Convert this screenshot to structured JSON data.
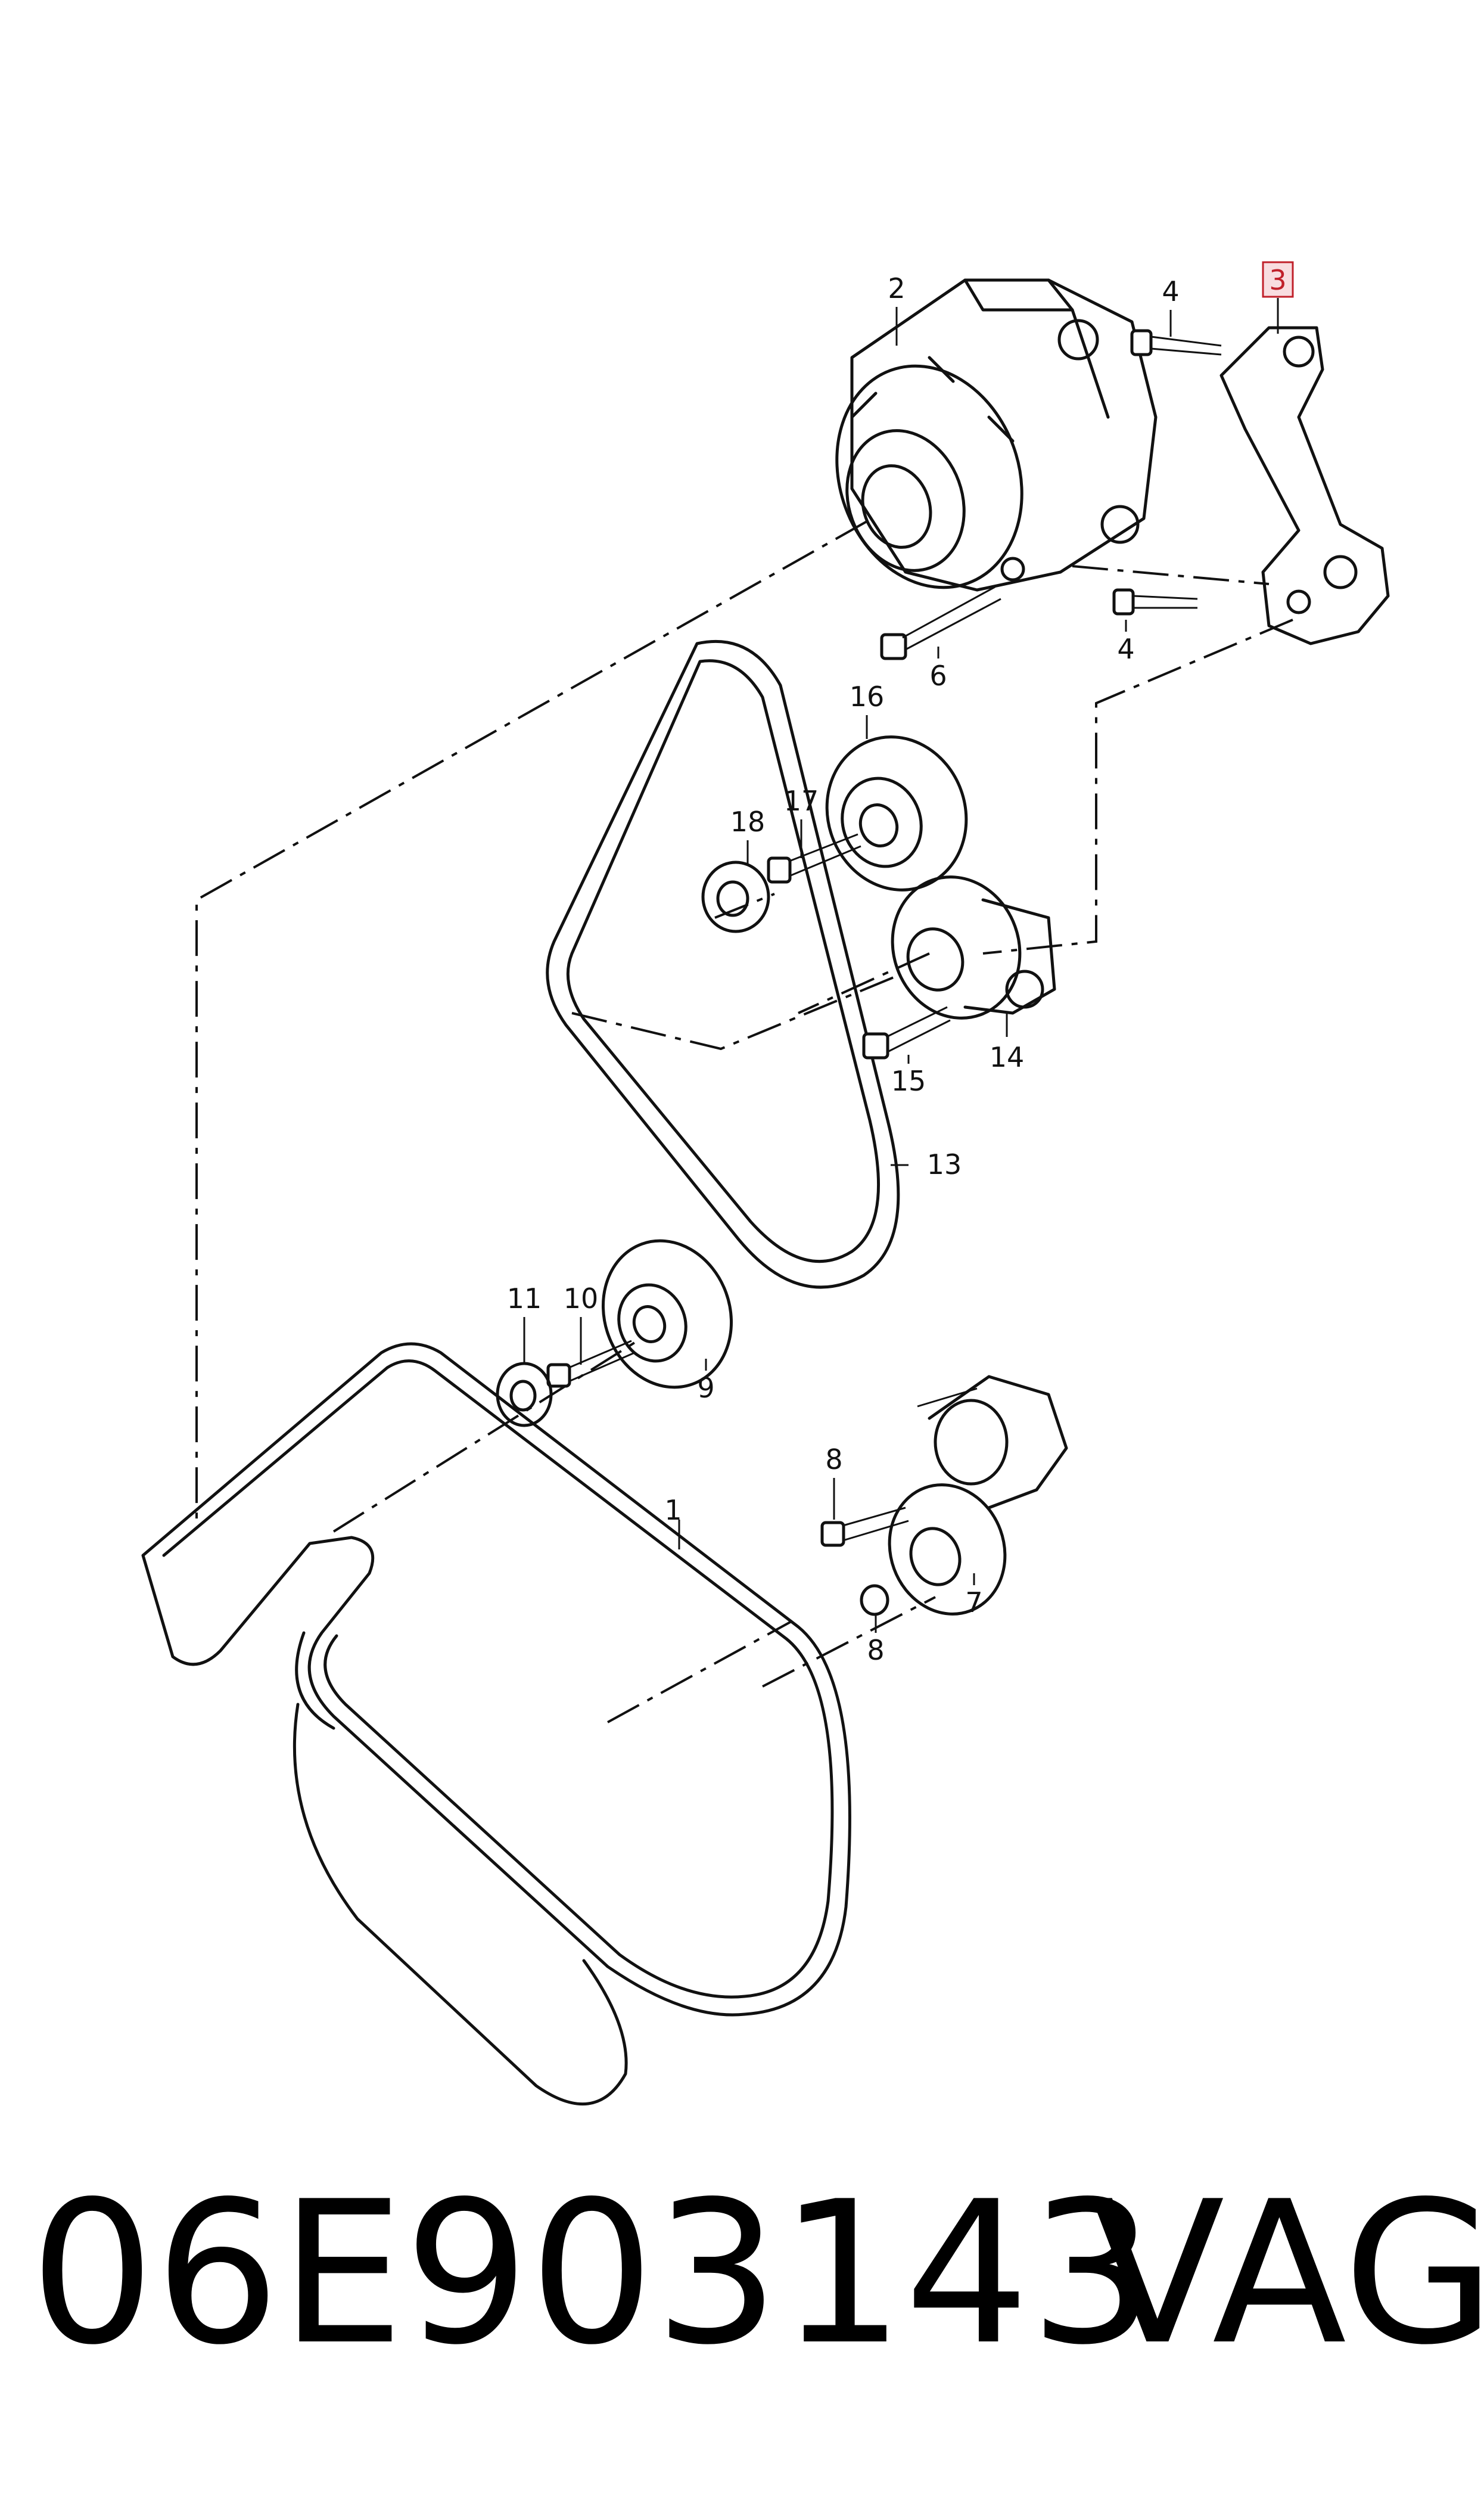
{
  "callouts": {
    "c1": "1",
    "c2": "2",
    "c3": "3",
    "c4a": "4",
    "c4b": "4",
    "c6": "6",
    "c7": "7",
    "c8a": "8",
    "c8b": "8",
    "c9": "9",
    "c10": "10",
    "c11": "11",
    "c13": "13",
    "c14": "14",
    "c15": "15",
    "c16": "16",
    "c17": "17",
    "c18": "18"
  },
  "footer": {
    "part_number": "06E903143",
    "brand": "VAG"
  },
  "colors": {
    "line": "#111111",
    "highlight": "#c0202a",
    "highlight_fill": "#f8dde0"
  }
}
